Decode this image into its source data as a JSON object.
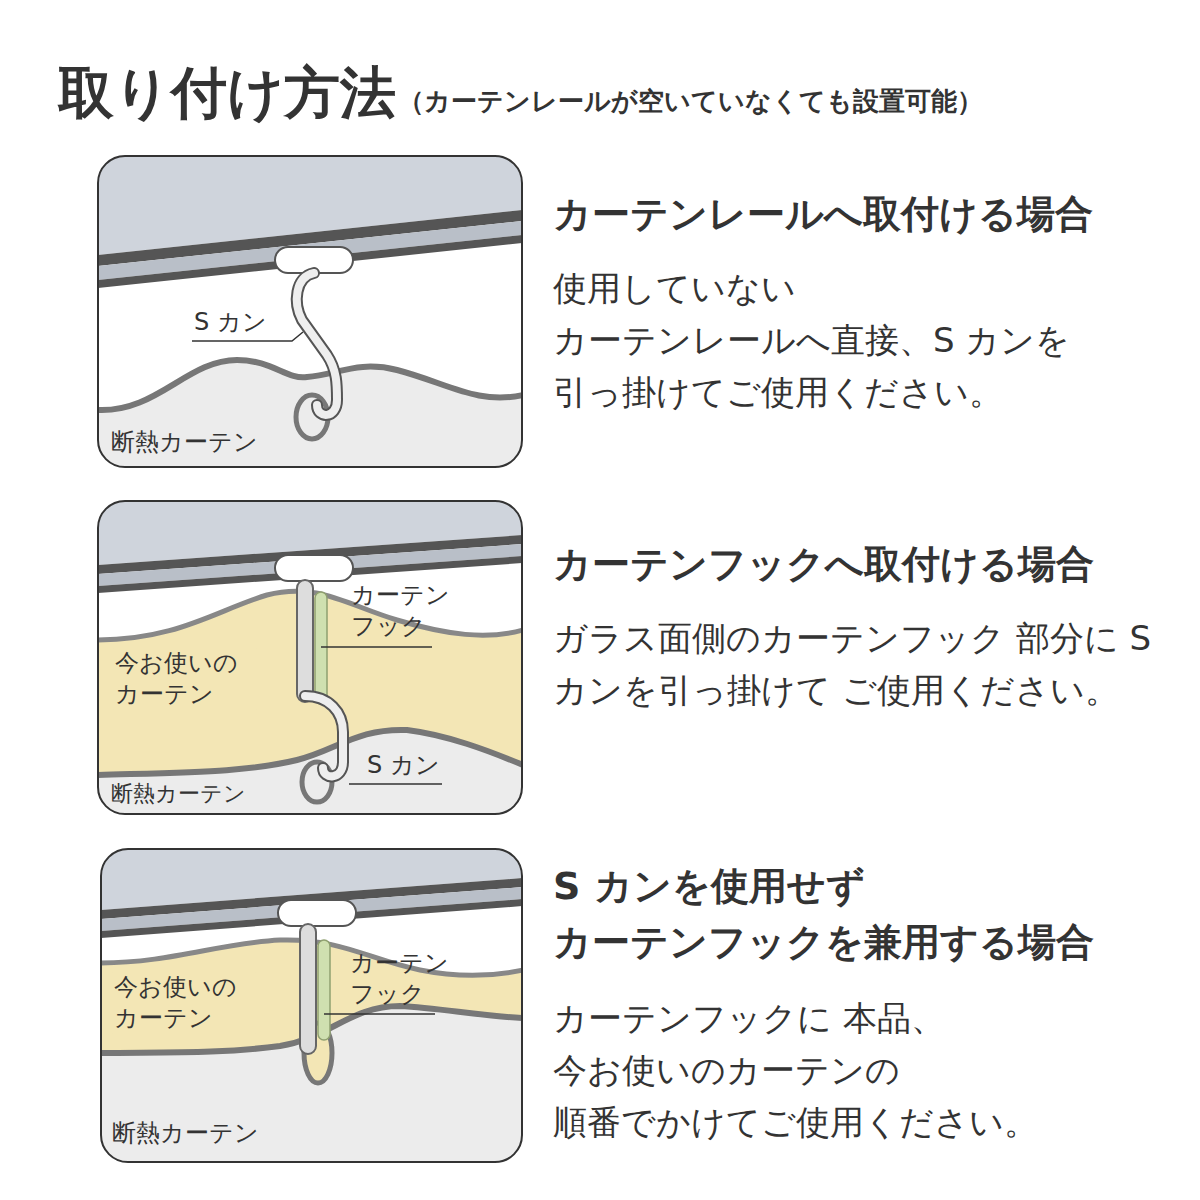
{
  "diagram": {
    "title": "取り付け方法",
    "nodes": [
      {
        "text": [
          "S カン",
          "断熱カーテン"
        ]
      },
      {
        "text": [
          "カーテン フック",
          "今お使いの カーテン",
          "S カン",
          "断熱カーテン"
        ]
      },
      {
        "text": [
          "今お使いの カーテン",
          "カーテン フック",
          "断熱カーテン"
        ]
      }
    ],
    "labels": [
      "（カーテンレールが空いていなくても設置可能）",
      "カーテンレールへ取付ける場合",
      "使用していない カーテンレールへ直接、S カンを 引っ掛けてご使用ください。",
      "カーテンフックへ取付ける場合",
      "ガラス面側のカーテンフック 部分に S カンを引っ掛けて ご使用ください。",
      "S カンを使用せず カーテンフックを兼用する場合",
      "カーテンフックに 本品、今お使いのカーテンの 順番でかけてご使用ください。"
    ]
  }
}
